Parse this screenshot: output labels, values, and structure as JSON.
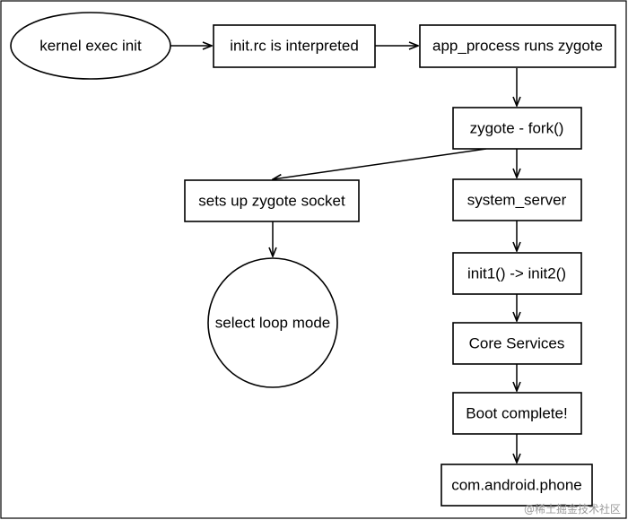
{
  "diagram": {
    "nodes": {
      "kernel": "kernel exec init",
      "initrc": "init.rc is interpreted",
      "app_process": "app_process runs zygote",
      "zygote_fork": "zygote - fork()",
      "socket": "sets up zygote socket",
      "select_loop": "select loop mode",
      "system_server": "system_server",
      "init12": "init1() -> init2()",
      "core_services": "Core Services",
      "boot_complete": "Boot complete!",
      "phone": "com.android.phone"
    }
  },
  "watermark": "@稀土掘金技术社区",
  "colors": {
    "stroke": "#000000",
    "background": "#ffffff",
    "watermark": "#9a9a9a"
  }
}
